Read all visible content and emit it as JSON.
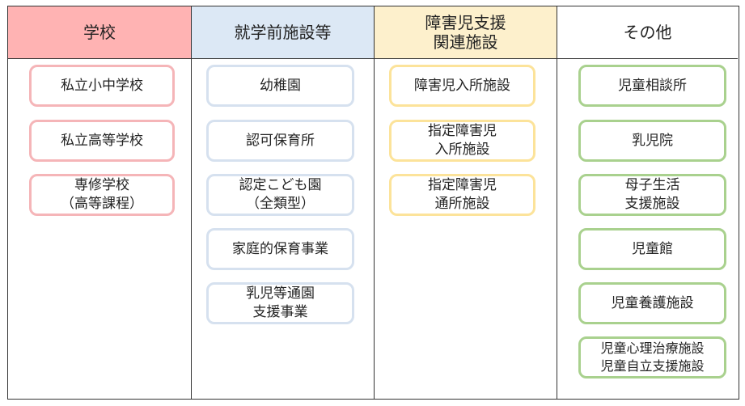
{
  "colors": {
    "school": "#ffb3b3",
    "school_border": "#f5b5b8",
    "preschool": "#dce8f5",
    "preschool_border": "#d6e1ef",
    "disability": "#fdf0cc",
    "disability_border": "#fce39a",
    "other": "#ffffff",
    "other_border": "#a9d18e"
  },
  "columns": [
    {
      "header": [
        "学校"
      ],
      "items": [
        [
          "私立小中学校"
        ],
        [
          "私立高等学校"
        ],
        [
          "専修学校",
          "（高等課程）"
        ]
      ]
    },
    {
      "header": [
        "就学前施設等"
      ],
      "items": [
        [
          "幼稚園"
        ],
        [
          "認可保育所"
        ],
        [
          "認定こども園",
          "（全類型）"
        ],
        [
          "家庭的保育事業"
        ],
        [
          "乳児等通園",
          "支援事業"
        ]
      ]
    },
    {
      "header": [
        "障害児支援",
        "関連施設"
      ],
      "items": [
        [
          "障害児入所施設"
        ],
        [
          "指定障害児",
          "入所施設"
        ],
        [
          "指定障害児",
          "通所施設"
        ]
      ]
    },
    {
      "header": [
        "その他"
      ],
      "items": [
        [
          "児童相談所"
        ],
        [
          "乳児院"
        ],
        [
          "母子生活",
          "支援施設"
        ],
        [
          "児童館"
        ],
        [
          "児童養護施設"
        ],
        [
          "児童心理治療施設",
          "児童自立支援施設"
        ]
      ]
    }
  ]
}
